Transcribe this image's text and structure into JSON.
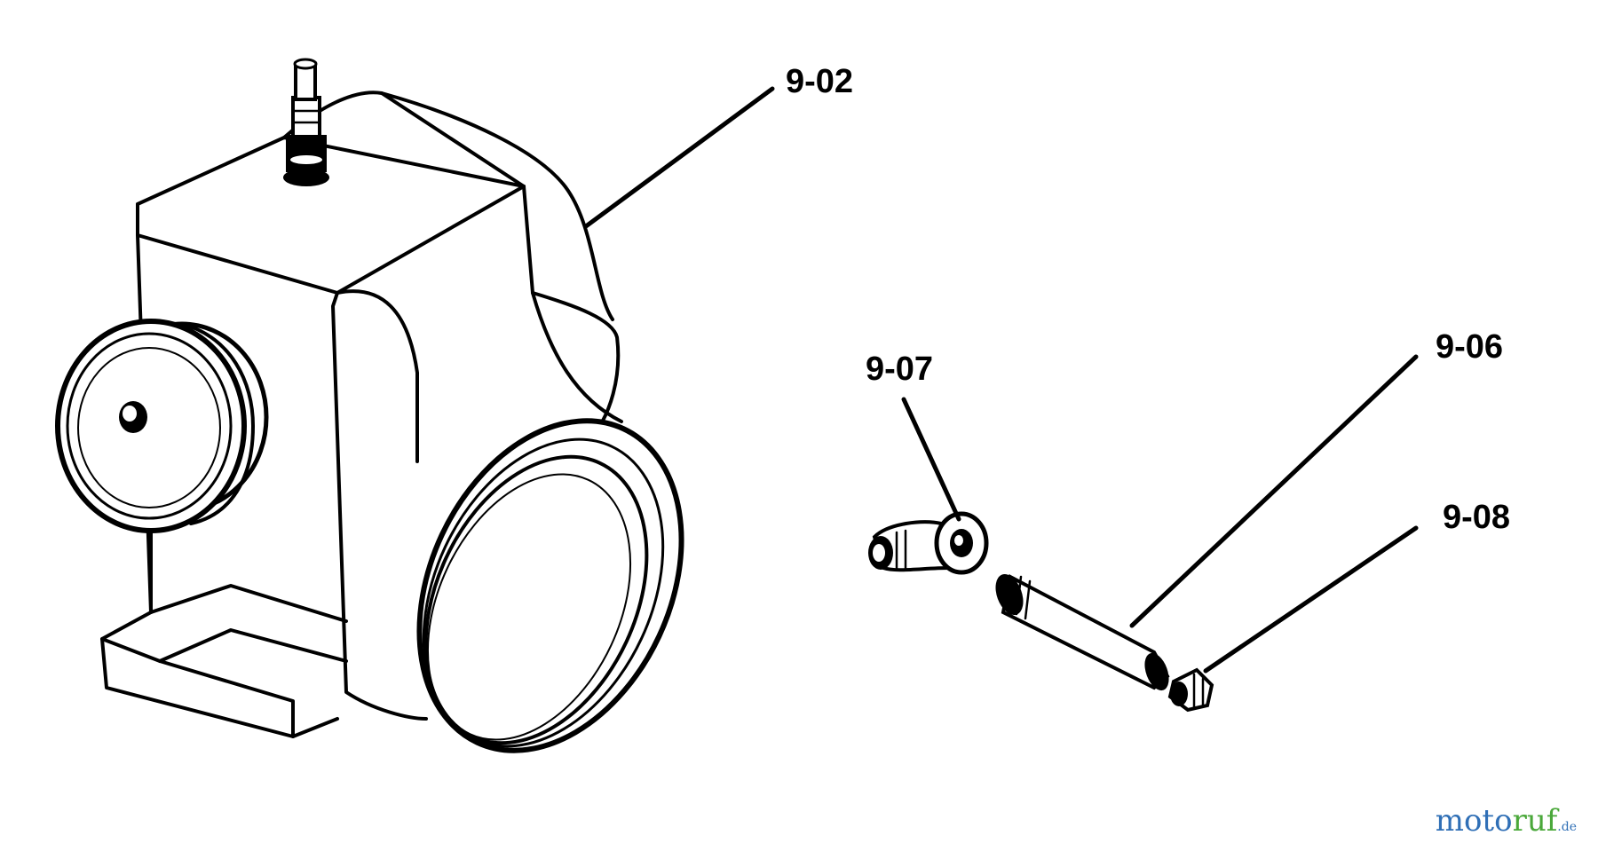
{
  "diagram": {
    "labels": {
      "p902": "9-02",
      "p907": "9-07",
      "p906": "9-06",
      "p908": "9-08"
    }
  },
  "watermark": {
    "text": "motoruf.de",
    "colors": {
      "primary": "#2f6fb6",
      "secondary": "#4aa83a"
    }
  }
}
